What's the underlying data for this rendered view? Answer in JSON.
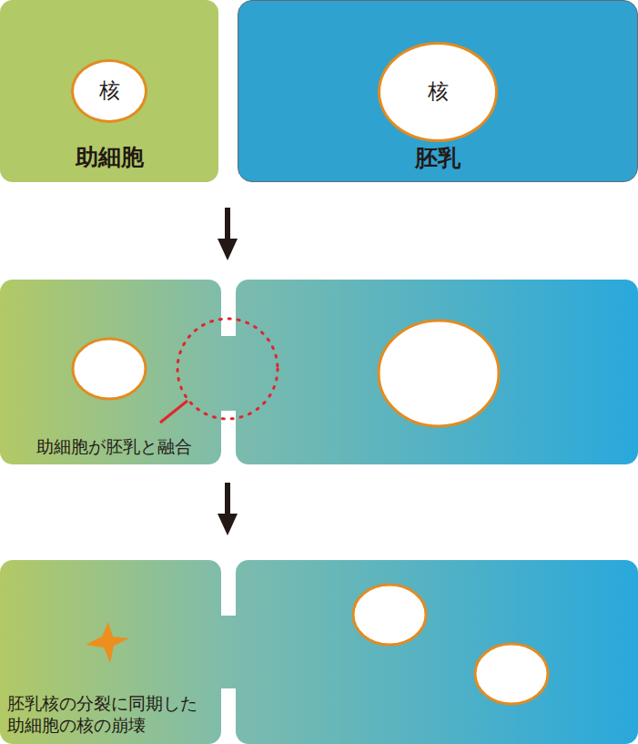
{
  "diagram": {
    "nodes": [
      {
        "text": [
          "助細胞"
        ]
      },
      {
        "text": [
          "核"
        ],
        "in": 0
      },
      {
        "text": [
          "胚乳"
        ]
      },
      {
        "text": [
          "核"
        ],
        "in": 2
      }
    ],
    "labels": [
      "助細胞が胚乳と融合",
      "胚乳核の分裂に同期した 助細胞の核の崩壊"
    ]
  }
}
